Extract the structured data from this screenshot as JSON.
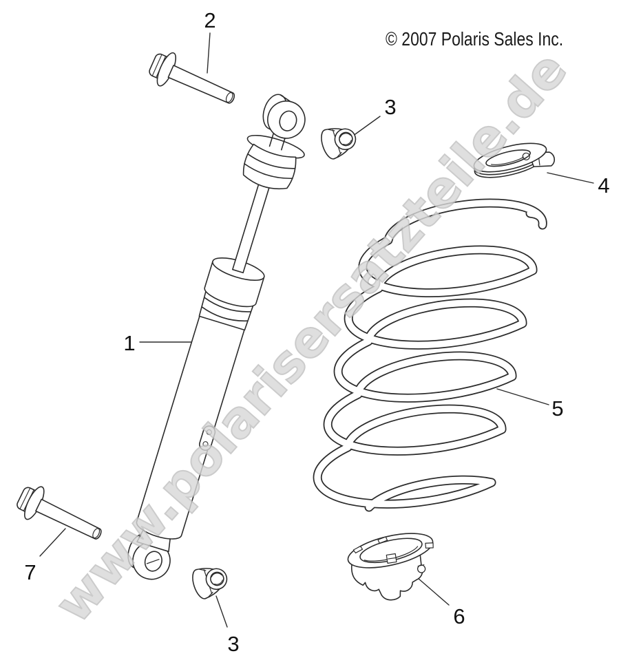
{
  "copyright": "© 2007 Polaris Sales Inc.",
  "watermark": "www.polarisersatzteile.de",
  "callouts": {
    "shock": "1",
    "bolt_top": "2",
    "nut_top": "3",
    "retainer_upper": "4",
    "spring": "5",
    "seat_lower": "6",
    "bolt_bottom": "7",
    "nut_bottom": "3"
  },
  "colors": {
    "background": "#ffffff",
    "line": "#2b2b2b",
    "watermark": "#d8d8d8"
  }
}
